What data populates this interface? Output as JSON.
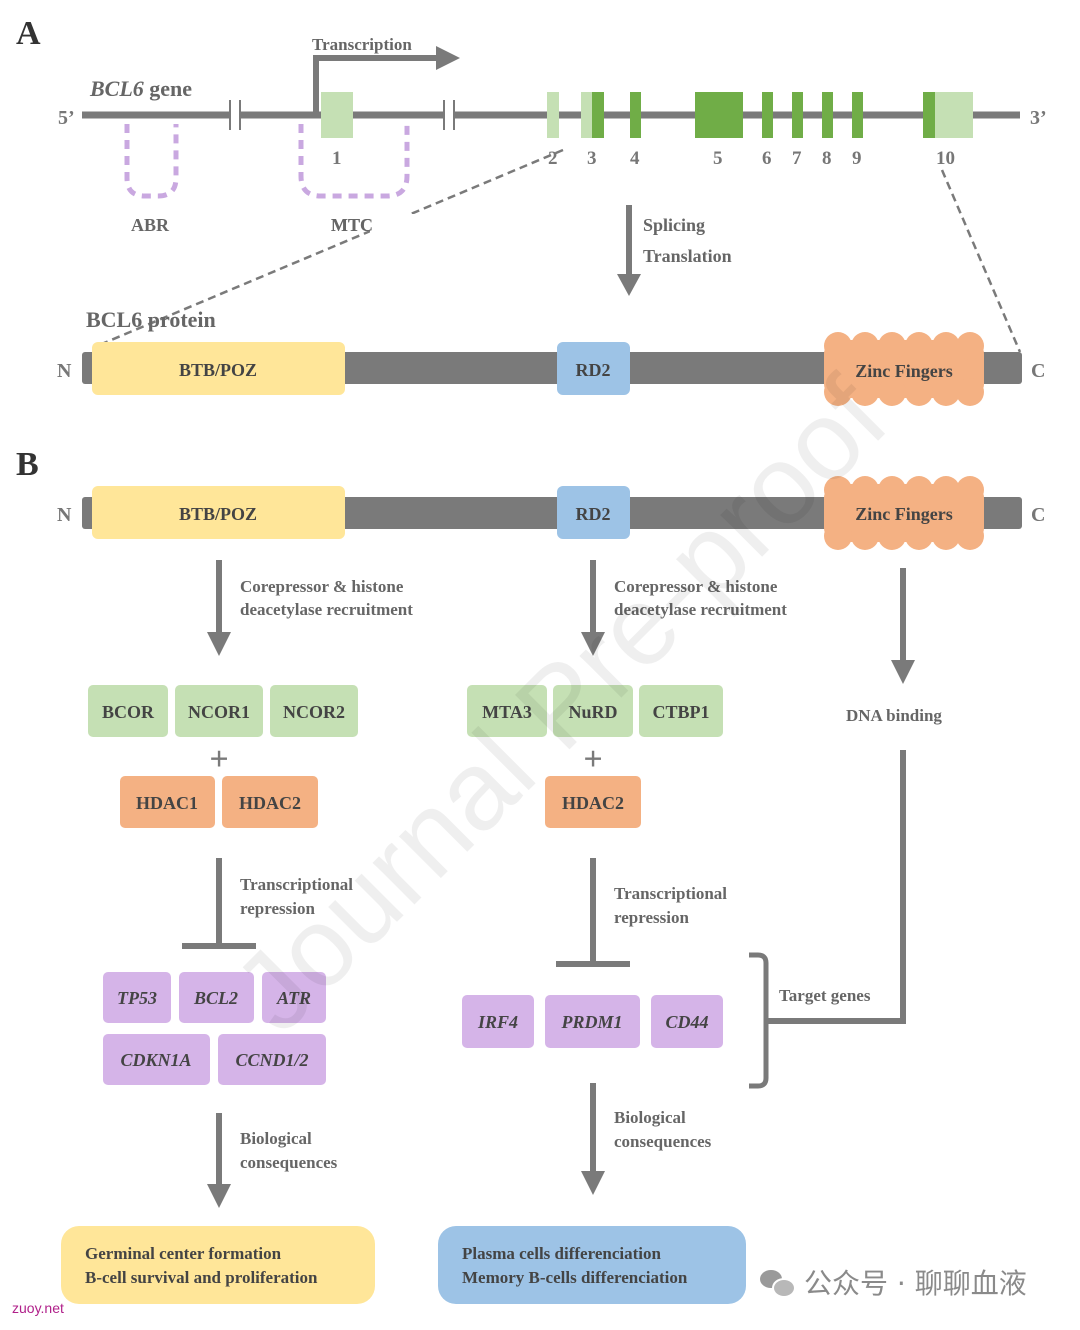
{
  "panel_a": {
    "letter": "A",
    "gene_label": "BCL6",
    "gene_suffix": " gene",
    "five_prime": "5’",
    "three_prime": "3’",
    "transcription": "Transcription",
    "exons": [
      "1",
      "2",
      "3",
      "4",
      "5",
      "6",
      "7",
      "8",
      "9",
      "10"
    ],
    "abr": "ABR",
    "mtc": "MTC",
    "splicing": "Splicing",
    "translation": "Translation",
    "protein_label": "BCL6 protein",
    "n": "N",
    "c": "C",
    "btb": "BTB/POZ",
    "rd2": "RD2",
    "zinc": "Zinc Fingers"
  },
  "panel_b": {
    "letter": "B",
    "n": "N",
    "c": "C",
    "btb": "BTB/POZ",
    "rd2": "RD2",
    "zinc": "Zinc Fingers",
    "corep_line1": "Corepressor & histone",
    "corep_line2": "deacetylase recruitment",
    "left_corepressors": [
      "BCOR",
      "NCOR1",
      "NCOR2"
    ],
    "left_hdacs": [
      "HDAC1",
      "HDAC2"
    ],
    "mid_corepressors": [
      "MTA3",
      "NuRD",
      "CTBP1"
    ],
    "mid_hdacs": [
      "HDAC2"
    ],
    "plus": "+",
    "dna_binding": "DNA binding",
    "trans_rep_line1": "Transcriptional",
    "trans_rep_line2": "repression",
    "left_genes": [
      "TP53",
      "BCL2",
      "ATR",
      "CDKN1A",
      "CCND1/2"
    ],
    "mid_genes": [
      "IRF4",
      "PRDM1",
      "CD44"
    ],
    "target_genes": "Target genes",
    "bio_line1": "Biological",
    "bio_line2": "consequences",
    "left_outcome_line1": "Germinal center formation",
    "left_outcome_line2": "B-cell survival and proliferation",
    "mid_outcome_line1": "Plasma cells differenciation",
    "mid_outcome_line2": "Memory B-cells differenciation"
  },
  "watermark": "Journal Pre-proof",
  "footer": {
    "site": "zuoy.net",
    "account": "公众号 · 聊聊血液"
  },
  "colors": {
    "backbone": "#7a7a7a",
    "exon_light": "#c5e0b4",
    "exon_dark": "#70ad47",
    "loop": "#c9a8e0",
    "btb": "#ffe699",
    "rd2": "#9dc3e6",
    "zinc": "#f4b183",
    "corepressor": "#c5e0b4",
    "hdac": "#f4b183",
    "gene": "#d5b4e8",
    "outcome_left": "#ffe699",
    "outcome_mid": "#9dc3e6"
  }
}
